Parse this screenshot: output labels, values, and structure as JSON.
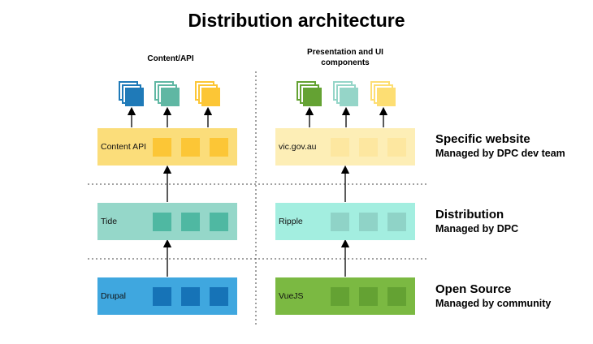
{
  "title": "Distribution architecture",
  "columns": {
    "left": {
      "heading": "Content/API"
    },
    "right": {
      "heading_line1": "Presentation and UI",
      "heading_line2": "components"
    }
  },
  "layers": {
    "specific": {
      "left_label": "Content API",
      "right_label": "vic.gov.au",
      "side_title": "Specific website",
      "side_subtitle": "Managed by DPC dev team"
    },
    "distribution": {
      "left_label": "Tide",
      "right_label": "Ripple",
      "side_title": "Distribution",
      "side_subtitle": "Managed by DPC"
    },
    "opensource": {
      "left_label": "Drupal",
      "right_label": "VueJS",
      "side_title": "Open Source",
      "side_subtitle": "Managed by community"
    }
  },
  "colors": {
    "specific_left_bg": "#fbdd7a",
    "specific_left_sq": "#fcc636",
    "specific_right_bg": "#fdeeb6",
    "specific_right_sq": "#fde7a0",
    "distribution_left_bg": "#95d7c9",
    "distribution_left_sq": "#4fb8a2",
    "distribution_right_bg": "#a3eee0",
    "distribution_right_sq": "#8fd3c7",
    "opensource_left_bg": "#3fa7df",
    "opensource_left_sq": "#1673b7",
    "opensource_right_bg": "#7bb942",
    "opensource_right_sq": "#64a233",
    "stack_dark_blue": "#1f7ab8",
    "stack_teal": "#5fb7a3",
    "stack_yellow": "#fcc636",
    "stack_green": "#64a233",
    "stack_light_teal": "#95d5c8",
    "stack_light_yellow": "#fdde73"
  },
  "icons": [
    "stack-icon"
  ]
}
